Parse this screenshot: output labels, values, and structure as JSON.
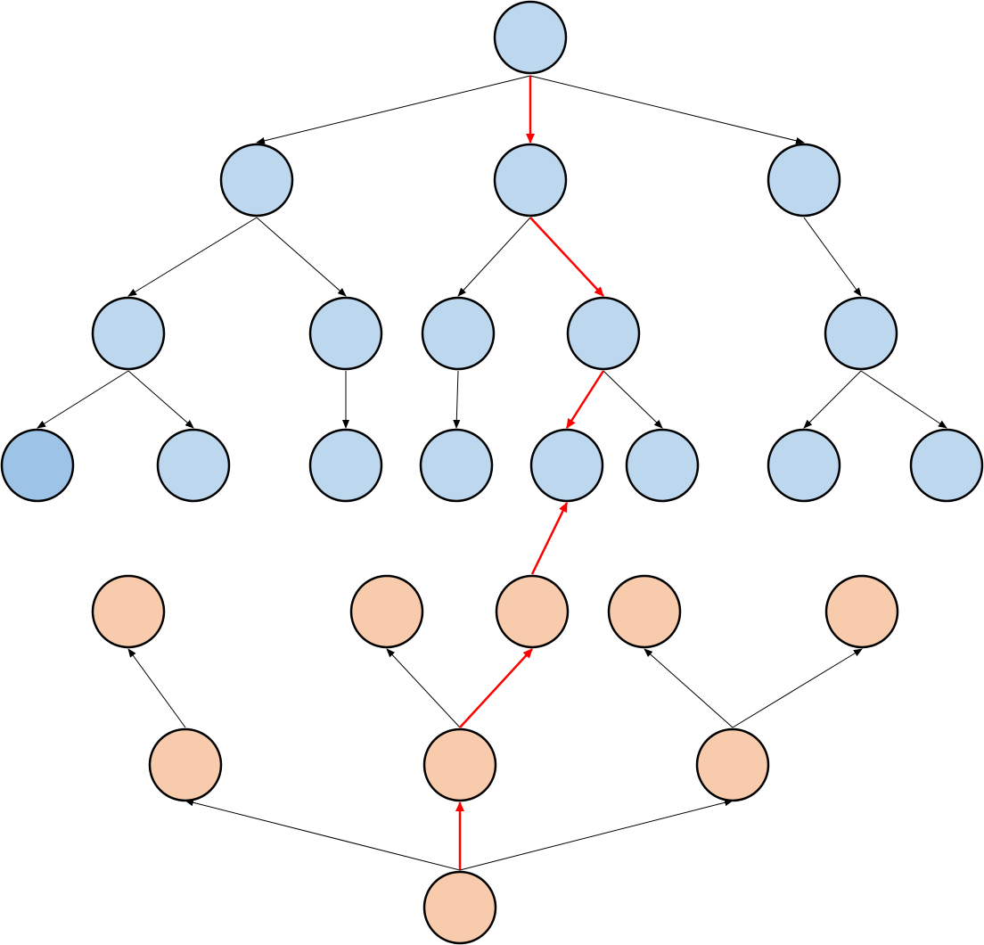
{
  "colors": {
    "blue_node": "#bdd7ee",
    "blue_node_highlight": "#9dc3e6",
    "orange_node": "#f8cbad",
    "edge": "#000000",
    "path_edge": "#ff0000"
  },
  "nodes": [
    {
      "id": "b0",
      "tree": "blue"
    },
    {
      "id": "b1",
      "tree": "blue"
    },
    {
      "id": "b2",
      "tree": "blue"
    },
    {
      "id": "b3",
      "tree": "blue"
    },
    {
      "id": "b4",
      "tree": "blue"
    },
    {
      "id": "b5",
      "tree": "blue"
    },
    {
      "id": "b6",
      "tree": "blue"
    },
    {
      "id": "b7",
      "tree": "blue"
    },
    {
      "id": "b8",
      "tree": "blue"
    },
    {
      "id": "b9",
      "tree": "blue",
      "highlight": true
    },
    {
      "id": "b10",
      "tree": "blue"
    },
    {
      "id": "b11",
      "tree": "blue"
    },
    {
      "id": "b12",
      "tree": "blue"
    },
    {
      "id": "b13",
      "tree": "blue"
    },
    {
      "id": "b14",
      "tree": "blue"
    },
    {
      "id": "b15",
      "tree": "blue"
    },
    {
      "id": "b16",
      "tree": "blue"
    },
    {
      "id": "b17",
      "tree": "blue"
    },
    {
      "id": "o0",
      "tree": "orange"
    },
    {
      "id": "o1",
      "tree": "orange"
    },
    {
      "id": "o2",
      "tree": "orange"
    },
    {
      "id": "o3",
      "tree": "orange"
    },
    {
      "id": "o4",
      "tree": "orange"
    },
    {
      "id": "o5",
      "tree": "orange"
    },
    {
      "id": "o6",
      "tree": "orange"
    },
    {
      "id": "o7",
      "tree": "orange"
    },
    {
      "id": "o8",
      "tree": "orange"
    }
  ],
  "edges": [
    {
      "from": "b0",
      "to": "b1"
    },
    {
      "from": "b0",
      "to": "b2",
      "path": true
    },
    {
      "from": "b0",
      "to": "b3"
    },
    {
      "from": "b1",
      "to": "b4"
    },
    {
      "from": "b1",
      "to": "b5"
    },
    {
      "from": "b2",
      "to": "b6"
    },
    {
      "from": "b2",
      "to": "b7",
      "path": true
    },
    {
      "from": "b3",
      "to": "b8"
    },
    {
      "from": "b4",
      "to": "b9"
    },
    {
      "from": "b4",
      "to": "b10"
    },
    {
      "from": "b5",
      "to": "b11"
    },
    {
      "from": "b6",
      "to": "b12"
    },
    {
      "from": "b7",
      "to": "b13",
      "path": true
    },
    {
      "from": "b7",
      "to": "b14"
    },
    {
      "from": "b8",
      "to": "b15"
    },
    {
      "from": "b8",
      "to": "b16"
    },
    {
      "from": "o0",
      "to": "o1"
    },
    {
      "from": "o0",
      "to": "o2",
      "path": true
    },
    {
      "from": "o0",
      "to": "o3"
    },
    {
      "from": "o1",
      "to": "o4"
    },
    {
      "from": "o2",
      "to": "o5"
    },
    {
      "from": "o2",
      "to": "o6",
      "path": true
    },
    {
      "from": "o3",
      "to": "o7"
    },
    {
      "from": "o3",
      "to": "o8"
    },
    {
      "from": "o6",
      "to": "b13",
      "path": true
    }
  ]
}
